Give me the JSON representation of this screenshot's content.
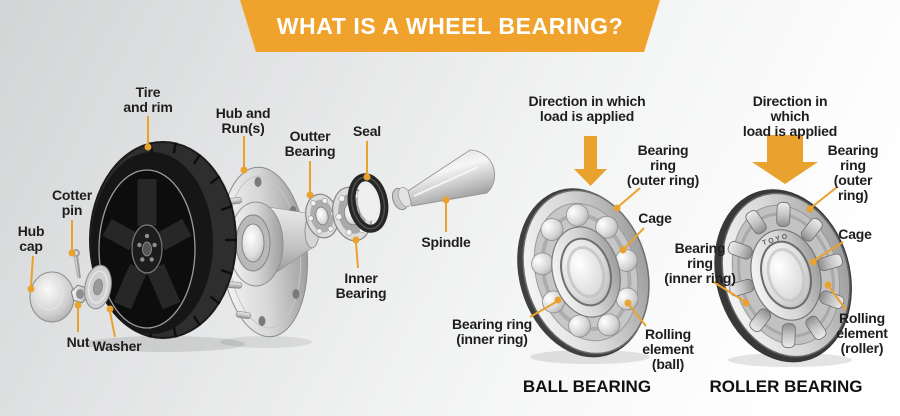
{
  "banner": {
    "title": "WHAT IS A WHEEL BEARING?"
  },
  "colors": {
    "accent_orange": "#E9A22E",
    "banner_orange": "#F0A32C",
    "label_text": "#1E1E1E",
    "background_gray": "#D3D4D5"
  },
  "left": {
    "labels": {
      "tire": "Tire\nand rim",
      "hub": "Hub and\nRun(s)",
      "outer_bearing": "Outter\nBearing",
      "seal": "Seal",
      "cotter_pin": "Cotter\npin",
      "hub_cap": "Hub\ncap",
      "nut": "Nut",
      "washer": "Washer",
      "spindle": "Spindle",
      "inner_bearing": "Inner\nBearing"
    }
  },
  "ball": {
    "load": "Direction in which\nload is applied",
    "outer_ring": "Bearing\nring\n(outer ring)",
    "cage": "Cage",
    "inner_ring": "Bearing ring\n(inner ring)",
    "rolling": "Rolling\nelement\n(ball)",
    "title": "BALL BEARING"
  },
  "roller": {
    "load": "Direction in which\nload is applied",
    "outer_ring": "Bearing\nring\n(outer ring)",
    "cage": "Cage",
    "inner_ring": "Bearing\nring\n(inner ring)",
    "rolling": "Rolling\nelement\n(roller)",
    "brand": "TOYO",
    "title": "ROLLER BEARING"
  }
}
